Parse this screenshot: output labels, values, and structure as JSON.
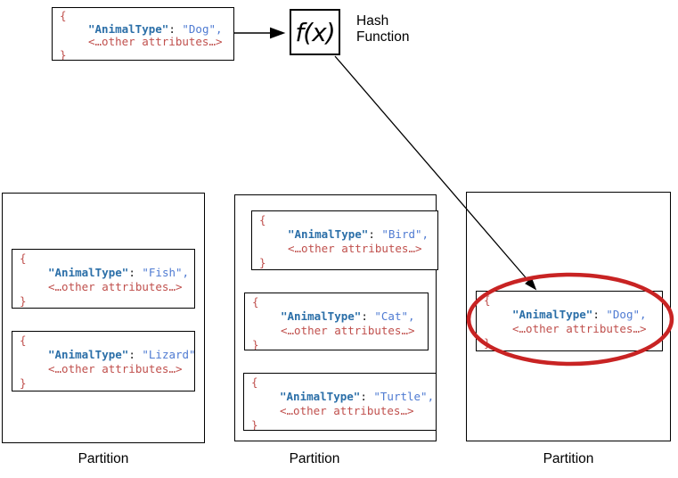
{
  "json_tokens": {
    "open_brace": "{",
    "close_brace": "}",
    "key": "\"AnimalType\"",
    "colon": ": ",
    "attributes": "<…other attributes…>"
  },
  "source_record": {
    "value": "\"Dog\","
  },
  "hash_function": {
    "symbol": "f(x)",
    "label": "Hash\nFunction"
  },
  "partitions": [
    {
      "label": "Partition",
      "records": [
        {
          "value": "\"Fish\","
        },
        {
          "value": "\"Lizard\","
        }
      ]
    },
    {
      "label": "Partition",
      "records": [
        {
          "value": "\"Bird\","
        },
        {
          "value": "\"Cat\","
        },
        {
          "value": "\"Turtle\","
        }
      ]
    },
    {
      "label": "Partition",
      "records": [
        {
          "value": "\"Dog\","
        }
      ]
    }
  ],
  "colors": {
    "json_key": "#2B6FA8",
    "json_value": "#4F7BD2",
    "json_punctuation": "#C0504D",
    "highlight_ellipse": "#C82323",
    "arrow": "#000000"
  }
}
